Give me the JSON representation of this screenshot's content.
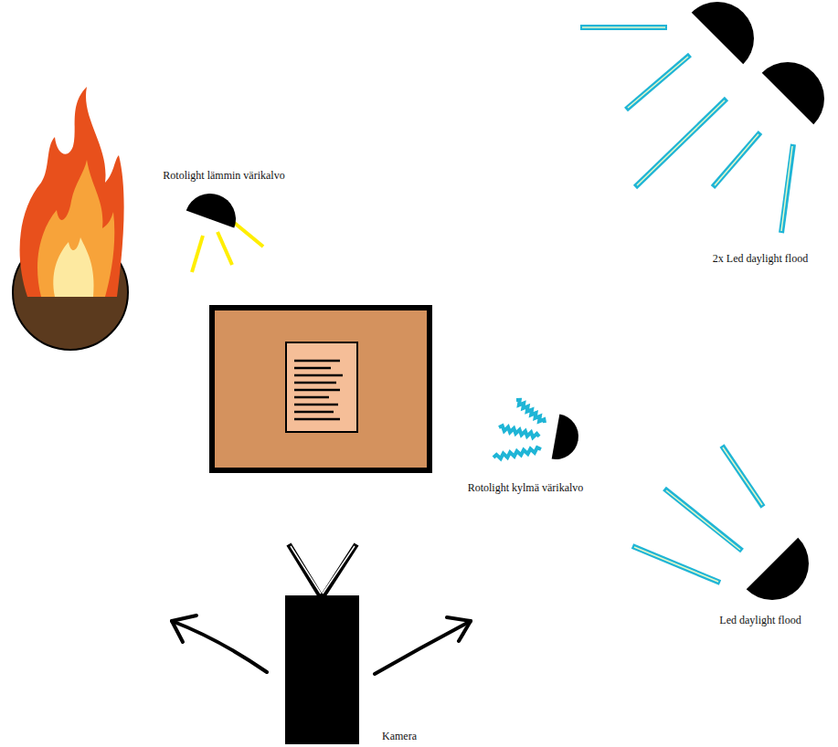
{
  "diagram": {
    "labels": [
      "Rotolight lämmin värikalvo",
      "2x Led daylight flood",
      "Rotolight kylmä värikalvo",
      "Led daylight flood",
      "Kamera"
    ]
  }
}
